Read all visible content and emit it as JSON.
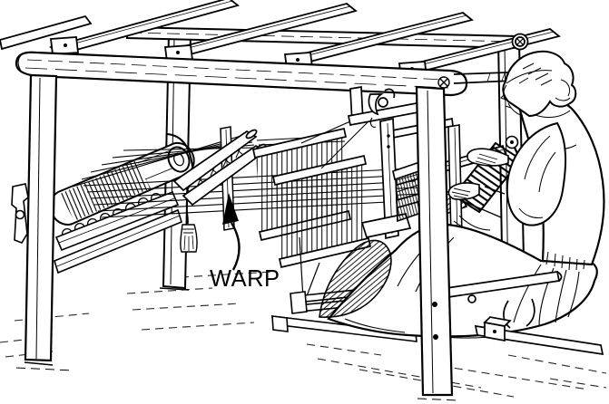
{
  "figure": {
    "label": "WARP",
    "ink_color": "#000000",
    "background_color": "#ffffff"
  },
  "warp_arrow": {
    "icon": "curved-arrow-up",
    "direction": "up"
  }
}
